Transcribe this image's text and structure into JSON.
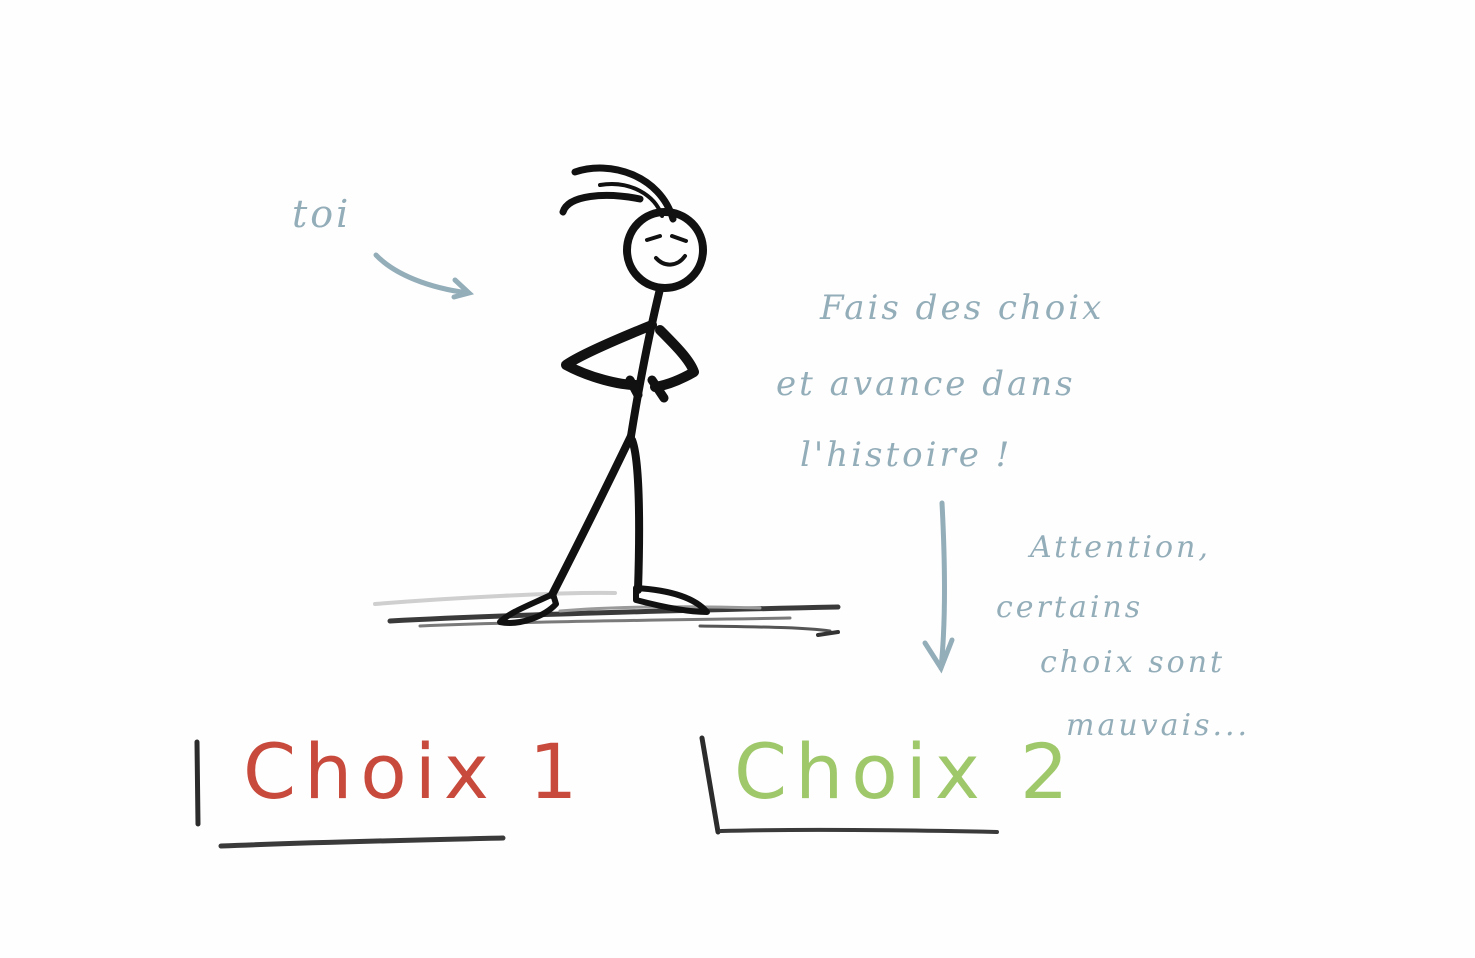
{
  "annotations": {
    "you_label": "toi",
    "instruction_line1": "Fais des choix",
    "instruction_line2": "et avance dans",
    "instruction_line3": "l'histoire !",
    "warning_line1": "Attention,",
    "warning_line2": "certains",
    "warning_line3": "choix sont",
    "warning_line4": "mauvais..."
  },
  "choices": [
    {
      "label": "Choix 1",
      "color": "#c84a3c"
    },
    {
      "label": "Choix 2",
      "color": "#9fc86a"
    }
  ],
  "colors": {
    "annotation": "#93adb9",
    "ink": "#111111",
    "underline": "#333333"
  },
  "icons": {
    "character": "stick-figure-illustration",
    "arrow_to_character": "curved-arrow-icon",
    "arrow_to_choices": "down-arrow-icon"
  }
}
